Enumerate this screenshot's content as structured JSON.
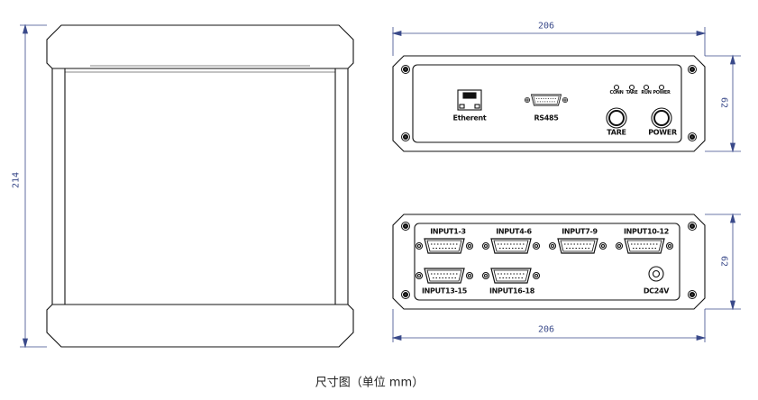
{
  "dimensions": {
    "height_left": "214",
    "width_top": "206",
    "height_top": "62",
    "height_bottom": "62",
    "width_bottom": "206"
  },
  "front_panel": {
    "ethernet_label": "Etherent",
    "rs485_label": "RS485",
    "leds": [
      "CONN",
      "TARE",
      "RUN",
      "POWER"
    ],
    "tare_button": "TARE",
    "power_button": "POWER"
  },
  "rear_panel": {
    "inputs_row1": [
      "INPUT1-3",
      "INPUT4-6",
      "INPUT7-9",
      "INPUT10-12"
    ],
    "inputs_row2": [
      "INPUT13-15",
      "INPUT16-18"
    ],
    "power_jack": "DC24V"
  },
  "caption": "尺寸图（单位 mm）",
  "colors": {
    "line": "#111111",
    "dimension": "#3a4a8a"
  }
}
